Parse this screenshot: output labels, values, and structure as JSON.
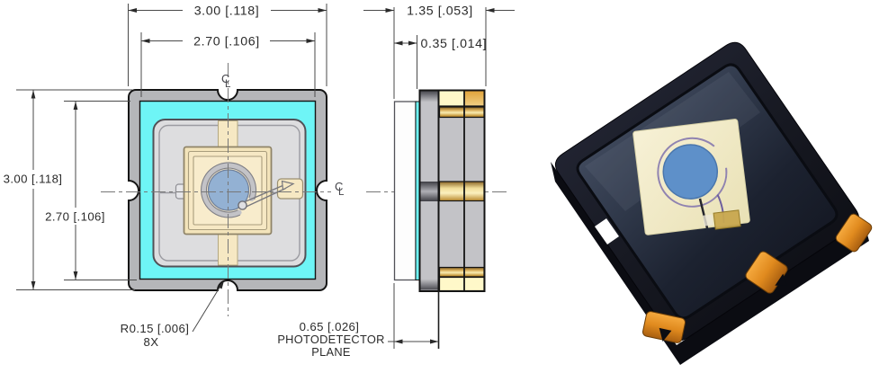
{
  "labels": {
    "top_view": {
      "dim_outer_width": "3.00 [.118]",
      "dim_inner_width": "2.70 [.106]",
      "dim_outer_height": "3.00 [.118]",
      "dim_inner_height": "2.70 [.106]",
      "corner_radius_note": "R0.15 [.006]",
      "corner_radius_count": "8X"
    },
    "side_view": {
      "dim_total_thickness": "1.35 [.053]",
      "dim_lid_thickness": "0.35 [.014]",
      "dim_detector_depth": "0.65 [.026]",
      "detector_plane_line1": "PHOTODETECTOR",
      "detector_plane_line2": "PLANE"
    },
    "centerline": {
      "c": "C",
      "l": "L"
    }
  },
  "colors": {
    "seal_cyan": "#6EF5F6",
    "ceramic_gray": "#B5B6B9",
    "cavity_gray": "#DDDDDF",
    "die_cream": "#F3E4BB",
    "detector_blue": "#93B1D3",
    "gold_band": "#E8B75A",
    "pale_gold": "#FFF8C9",
    "photo_body_black": "#191B25",
    "photo_pad_orange": "#E8932C"
  }
}
